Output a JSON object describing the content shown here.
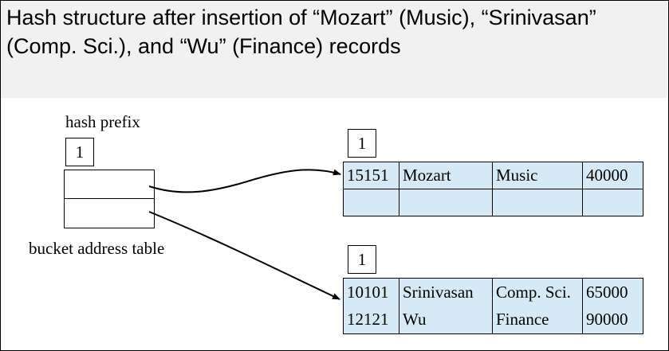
{
  "title": {
    "line1": "Hash structure after insertion of “Mozart” (Music), “Srinivasan”",
    "line2": "(Comp. Sci.), and “Wu” (Finance) records"
  },
  "hash_prefix": {
    "label": "hash prefix",
    "value": "1"
  },
  "bucket_address_table": {
    "label": "bucket address table"
  },
  "buckets": [
    {
      "local_depth": "1",
      "rows": [
        [
          "15151",
          "Mozart",
          "Music",
          "40000"
        ],
        [
          "",
          "",
          "",
          ""
        ]
      ]
    },
    {
      "local_depth": "1",
      "rows": [
        [
          "10101",
          "Srinivasan",
          "Comp. Sci.",
          "65000"
        ],
        [
          "12121",
          "Wu",
          "Finance",
          "90000"
        ]
      ]
    }
  ],
  "colors": {
    "bucket_fill": "#d6eaf6",
    "title_band": "#f1f1f1"
  }
}
